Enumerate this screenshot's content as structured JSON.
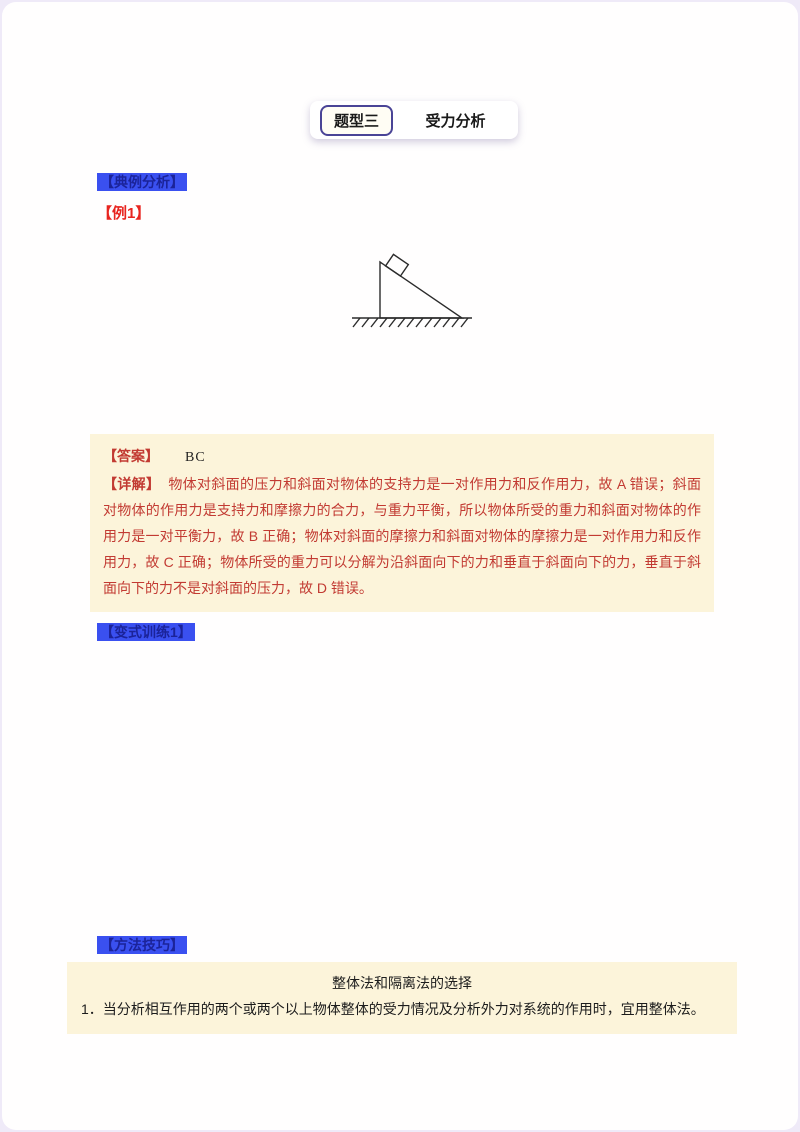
{
  "header": {
    "badge_label": "题型三",
    "title": "受力分析"
  },
  "sections": {
    "example_header": "【典例分析】",
    "example_label": "【例1】",
    "variant_header": "【变式训练1】",
    "method_header": "【方法技巧】"
  },
  "answer_box": {
    "answer_label": "【答案】",
    "answer_value": "BC",
    "explain_label": "【详解】",
    "explain_text": "物体对斜面的压力和斜面对物体的支持力是一对作用力和反作用力，故 A 错误；斜面对物体的作用力是支持力和摩擦力的合力，与重力平衡，所以物体所受的重力和斜面对物体的作用力是一对平衡力，故 B 正确；物体对斜面的摩擦力和斜面对物体的摩擦力是一对作用力和反作用力，故 C 正确；物体所受的重力可以分解为沿斜面向下的力和垂直于斜面向下的力，垂直于斜面向下的力不是对斜面的压力，故 D 错误。"
  },
  "method_box": {
    "title": "整体法和隔离法的选择",
    "item1": "1．当分析相互作用的两个或两个以上物体整体的受力情况及分析外力对系统的作用时，宜用整体法。"
  },
  "diagram": {
    "name": "block-on-inclined-plane"
  },
  "colors": {
    "highlight_blue_bg": "#3a50f0",
    "highlight_blue_text": "#1b2399",
    "red_text": "#c23a32",
    "bright_red": "#e8241f",
    "cream_box_bg": "#fcf4da",
    "badge_border_purple": "#4a4496",
    "page_bg": "#fffefe"
  }
}
